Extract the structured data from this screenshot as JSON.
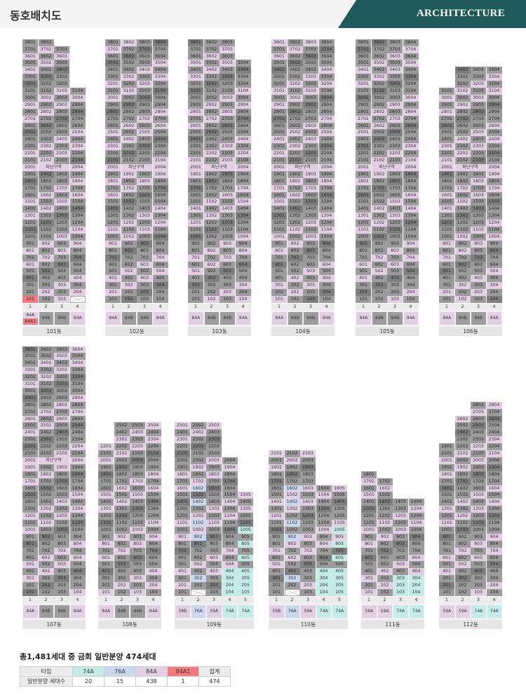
{
  "header": {
    "title": "동호배치도",
    "banner": "ARCHITECTURE"
  },
  "colors": {
    "cell_purple": "#e2cfe4",
    "cell_gray": "#9c9c9c",
    "cell_dark": "#7f7f7f",
    "cell_teal": "#c4ece6",
    "cell_blue": "#c9d7ef",
    "cell_red": "#f47a80",
    "banner": "#1e5a5a"
  },
  "pilotis_label": "피난구역",
  "buildings": [
    {
      "name": "101동",
      "line_numbers": [
        "1",
        "2",
        "3",
        "4"
      ],
      "types": [
        "84A\n84A1",
        "84B",
        "84B",
        "84A"
      ],
      "top_floors": [
        38,
        37,
        36,
        35,
        34,
        33,
        32,
        31,
        30,
        29,
        28,
        27,
        26,
        25,
        24,
        23,
        22,
        21,
        20,
        19,
        18,
        17,
        16,
        15,
        14,
        13,
        12,
        11,
        10,
        9,
        8,
        7,
        6,
        5,
        4,
        3,
        2,
        1
      ]
    },
    {
      "name": "102동",
      "line_numbers": [
        "1",
        "2",
        "3",
        "4"
      ],
      "types": [
        "84A",
        "84B",
        "84B",
        "84A"
      ]
    },
    {
      "name": "103동",
      "line_numbers": [
        "1",
        "2",
        "3",
        "4"
      ],
      "types": [
        "84A",
        "84B",
        "84B",
        "84A"
      ]
    },
    {
      "name": "104동",
      "line_numbers": [
        "1",
        "2",
        "3",
        "4"
      ],
      "types": [
        "84A",
        "84B",
        "84B",
        "84A"
      ]
    },
    {
      "name": "105동",
      "line_numbers": [
        "1",
        "2",
        "3",
        "4"
      ],
      "types": [
        "84A",
        "84B",
        "84B",
        "84A"
      ]
    },
    {
      "name": "106동",
      "line_numbers": [
        "1",
        "2",
        "3",
        "4"
      ],
      "types": [
        "84A",
        "84B",
        "84B",
        "84A"
      ]
    },
    {
      "name": "107동",
      "line_numbers": [
        "1",
        "2",
        "3",
        "4"
      ],
      "types": [
        "84A",
        "84B",
        "84B",
        "84A"
      ]
    },
    {
      "name": "108동",
      "line_numbers": [
        "1",
        "2",
        "3",
        "4"
      ],
      "types": [
        "84A",
        "84B",
        "84B",
        "84A"
      ]
    },
    {
      "name": "109동",
      "line_numbers": [
        "1",
        "2",
        "3",
        "4",
        "5"
      ],
      "types": [
        "59B",
        "76A",
        "59A",
        "74A",
        "74A"
      ]
    },
    {
      "name": "110동",
      "line_numbers": [
        "1",
        "2",
        "3",
        "4",
        "5"
      ],
      "types": [
        "59B",
        "76A",
        "59A",
        "74A",
        "74A"
      ]
    },
    {
      "name": "111동",
      "line_numbers": [
        "1",
        "2",
        "3",
        "4"
      ],
      "types": [
        "59A",
        "59A",
        "74A",
        "74A"
      ]
    },
    {
      "name": "112동",
      "line_numbers": [
        "1",
        "2",
        "3",
        "4"
      ],
      "types": [
        "59A",
        "59A",
        "74A",
        "74A"
      ]
    }
  ],
  "summary": {
    "title": "총1,481세대 중 금회 일반분양 474세대",
    "row_label_type": "타입",
    "row_label_count": "일반분양 세대수",
    "types": [
      "74A",
      "76A",
      "84A",
      "84A1",
      "합계"
    ],
    "counts": [
      "20",
      "15",
      "438",
      "1",
      "474"
    ],
    "type_colors": [
      "#c4ece6",
      "#c9d7ef",
      "#e2cfe4",
      "#f47a80",
      "#ececec"
    ]
  }
}
